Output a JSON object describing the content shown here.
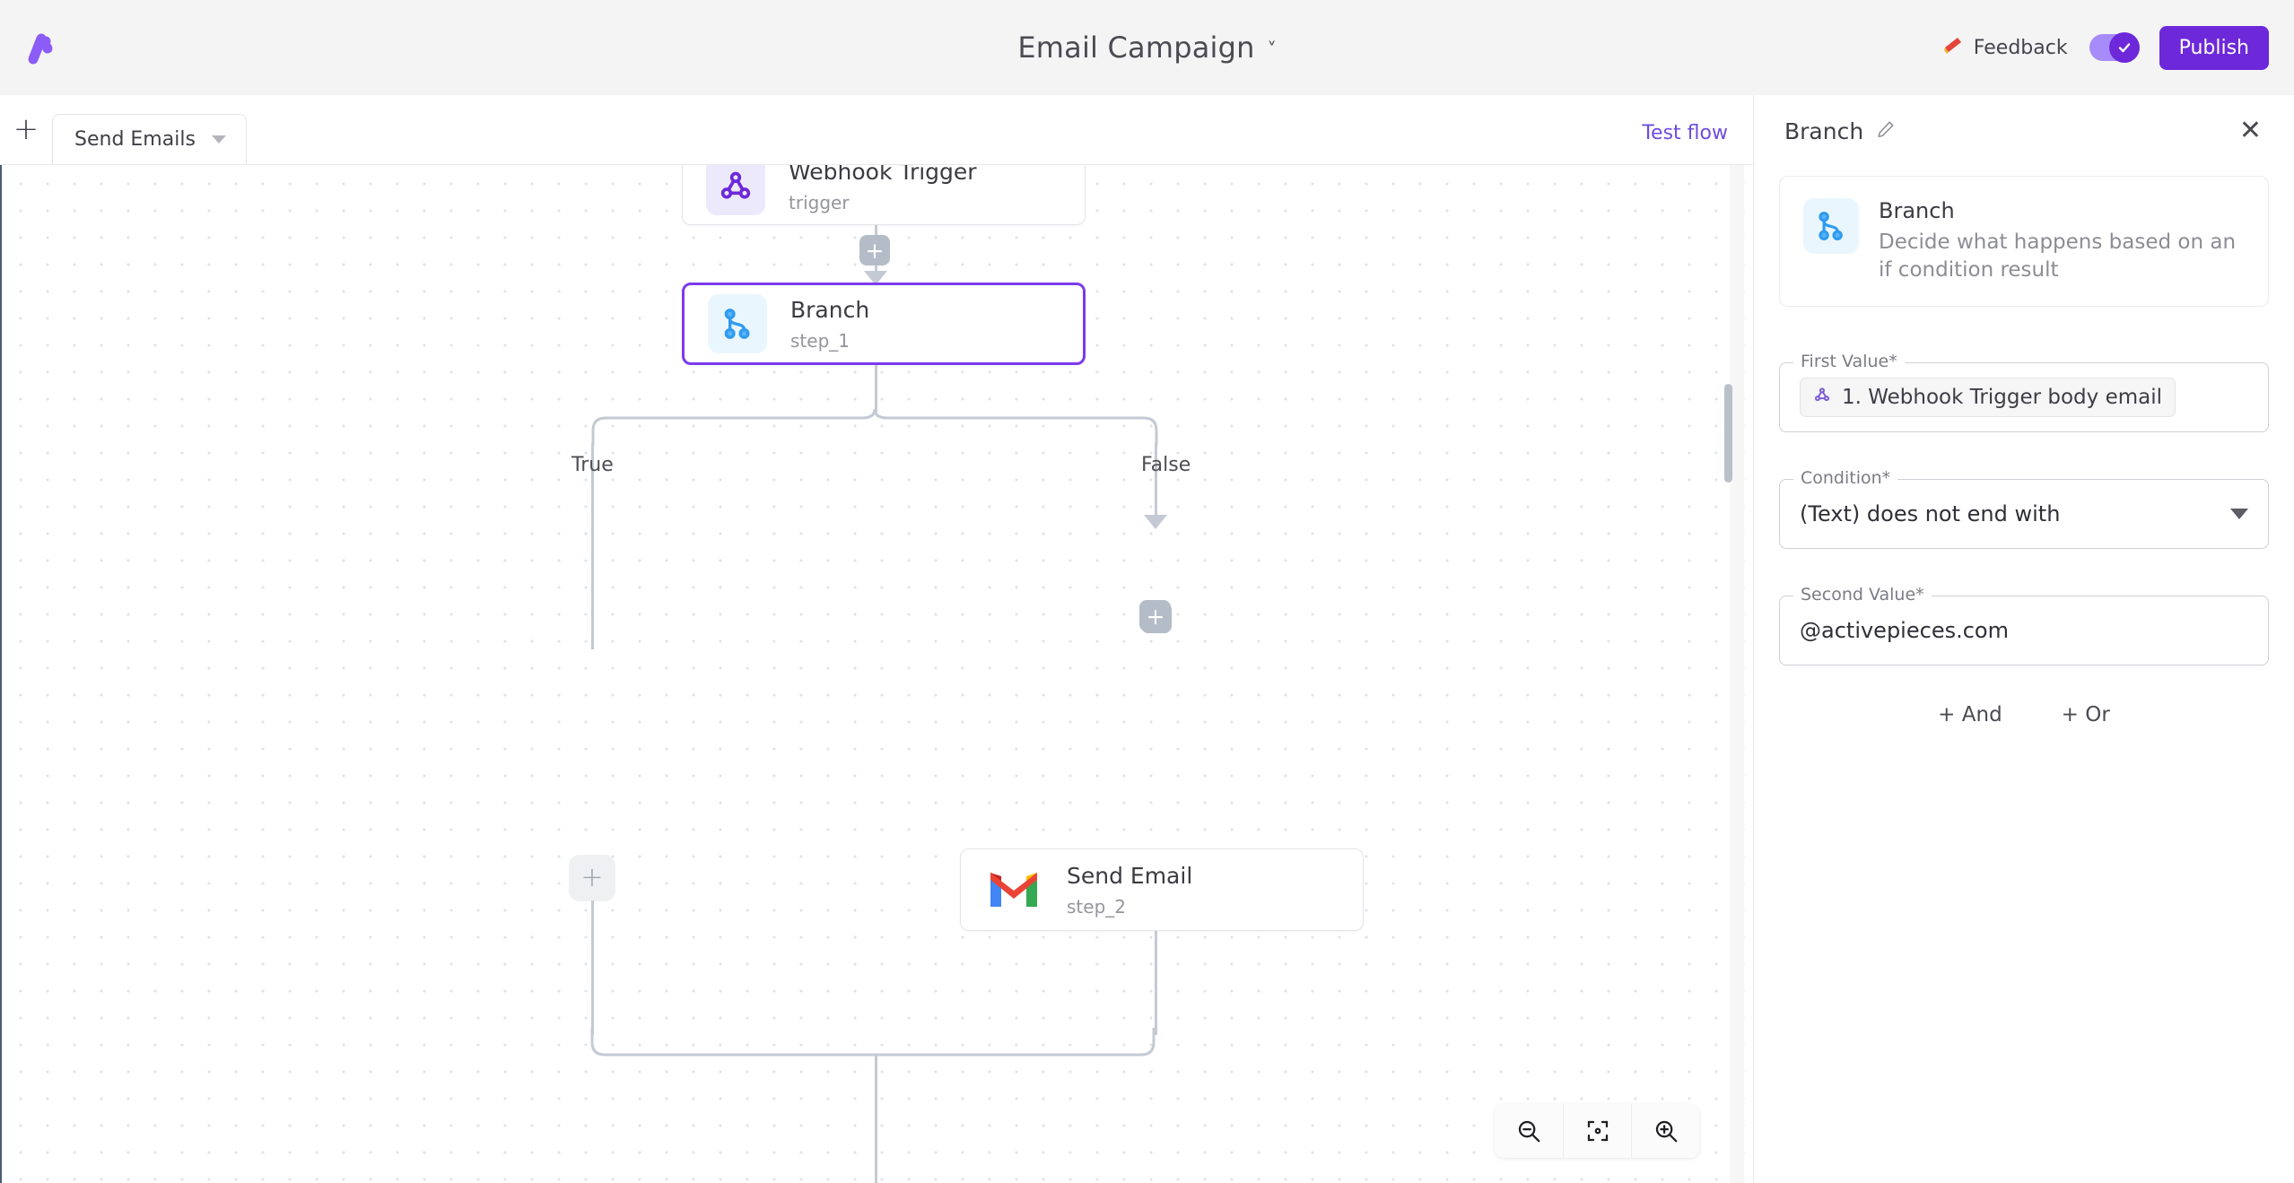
{
  "header": {
    "logo_icon": "activepieces-logo-icon",
    "flow_title": "Email Campaign",
    "title_caret_icon": "chevron-down-icon",
    "feedback_label": "Feedback",
    "feedback_icon": "megaphone-icon",
    "toggle_state": "on",
    "toggle_check_icon": "check-icon",
    "publish_label": "Publish",
    "brand_purple": "#6d28d9"
  },
  "toolbar": {
    "add_label": "+",
    "tab_label": "Send Emails",
    "tab_caret_icon": "caret-down-icon",
    "test_flow_label": "Test flow",
    "test_flow_color": "#6d4ce0"
  },
  "canvas": {
    "nodes": [
      {
        "title": "Webhook Trigger",
        "subtitle": "trigger",
        "icon": "webhook-icon",
        "selected": false
      },
      {
        "title": "Branch",
        "subtitle": "step_1",
        "icon": "branch-icon",
        "selected": true
      },
      {
        "title": "Send Email",
        "subtitle": "step_2",
        "icon": "gmail-icon",
        "selected": false
      }
    ],
    "branch_labels": {
      "true": "True",
      "false": "False"
    },
    "add_step_label": "+",
    "zoom_controls": [
      {
        "name": "zoom-out",
        "icon": "zoom-out-icon"
      },
      {
        "name": "fit-view",
        "icon": "focus-frame-icon"
      },
      {
        "name": "zoom-in",
        "icon": "zoom-in-icon"
      }
    ]
  },
  "panel": {
    "title": "Branch",
    "edit_icon": "pencil-icon",
    "close_icon": "close-icon",
    "info": {
      "icon": "branch-icon",
      "title": "Branch",
      "description": "Decide what happens based on an if condition result"
    },
    "first_value": {
      "legend": "First Value*",
      "token_icon": "webhook-icon",
      "token_text": "1. Webhook Trigger body email"
    },
    "condition": {
      "legend": "Condition*",
      "value": "(Text) does not end with",
      "caret_icon": "caret-down-icon"
    },
    "second_value": {
      "legend": "Second Value*",
      "value": "@activepieces.com"
    },
    "and_label": "+ And",
    "or_label": "+ Or"
  }
}
